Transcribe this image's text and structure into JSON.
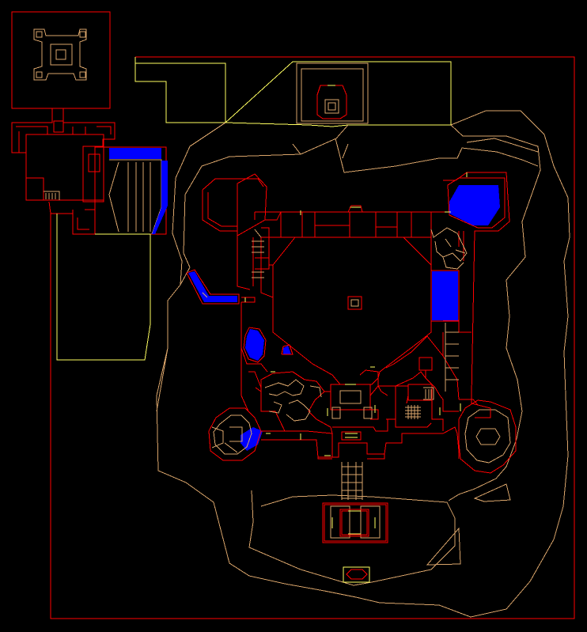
{
  "colors": {
    "background": "#000000",
    "solid_wall": "#ff0000",
    "floor_height_change": "#d9a46a",
    "ceiling_change": "#ffff60",
    "water_liquid": "#0000ff"
  },
  "features": [
    "player-start-box",
    "northwest-tower",
    "northwest-gatehouse",
    "north-altar",
    "central-courtyard",
    "east-water-pool",
    "ne-water-pool",
    "southeast-hex-tower",
    "southwest-hex-tower",
    "south-gate-bridge",
    "south-shrine",
    "outer-cave",
    "courtyard-center-marker"
  ]
}
